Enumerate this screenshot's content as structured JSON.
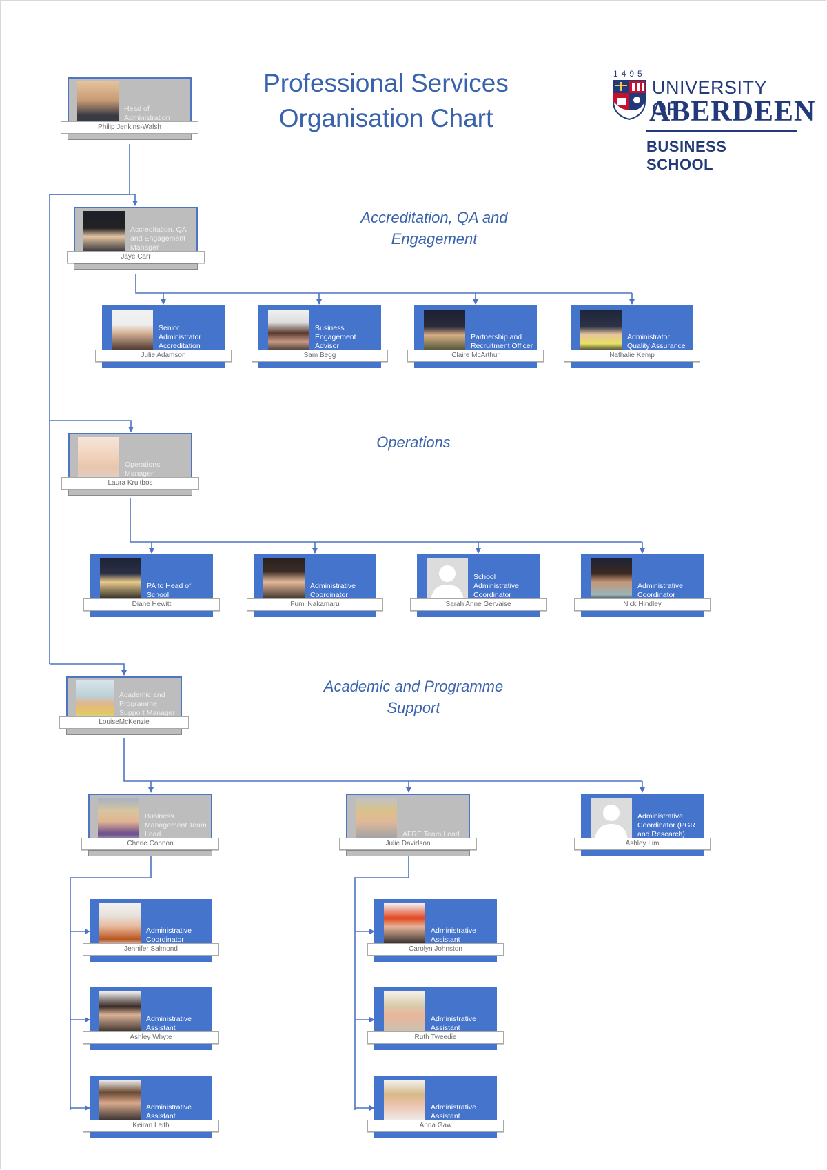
{
  "header": {
    "title_line1": "Professional Services",
    "title_line2": "Organisation Chart"
  },
  "logo": {
    "year": "1495",
    "line1": "UNIVERSITY OF",
    "line2": "ABERDEEN",
    "line3": "BUSINESS SCHOOL"
  },
  "sections": {
    "accreditation": "Accreditation, QA and Engagement",
    "operations": "Operations",
    "academic": "Academic and Programme Support"
  },
  "colors": {
    "accent": "#3a63ad",
    "card_blue": "#4574cc",
    "card_gray": "#bdbdbd",
    "connector": "#4f74c4"
  },
  "people": {
    "head": {
      "role": "Head of\nAdministration",
      "name": "Philip Jenkins-Walsh"
    },
    "aqa_manager": {
      "role": "Accreditation, QA\nand Engagement\nManager",
      "name": "Jaye Carr"
    },
    "julie_adamson": {
      "role": "Senior\nAdministrator\nAccreditation",
      "name": "Julie Adamson"
    },
    "sam_begg": {
      "role": "Business\nEngagement\nAdvisor",
      "name": "Sam Begg"
    },
    "claire_mcarthur": {
      "role": "Partnership and\nRecruitment Officer",
      "name": "Claire McArthur"
    },
    "nathalie_kemp": {
      "role": "Administrator\nQuality Assurance",
      "name": "Nathalie Kemp"
    },
    "ops_manager": {
      "role": "Operations\nManager",
      "name": "Laura Kruitbos"
    },
    "diane_hewitt": {
      "role": "PA to Head of\nSchool",
      "name": "Diane Hewitt"
    },
    "fumi_nakamaru": {
      "role": "Administrative\nCoordinator",
      "name": "Fumi Nakamaru"
    },
    "sarah_gervaise": {
      "role": "School\nAdministrative\nCoordinator",
      "name": "Sarah Anne Gervaise"
    },
    "nick_hindley": {
      "role": "Administrative\nCoordinator",
      "name": "Nick Hindley"
    },
    "aps_manager": {
      "role": "Academic and\nProgramme\nSupport Manager",
      "name": "LouiseMcKenzie"
    },
    "cherie_connon": {
      "role": "Business\nManagement Team\nLead",
      "name": "Cherie Connon"
    },
    "julie_davidson": {
      "role": "AFRE Team Lead",
      "name": "Julie Davidson"
    },
    "ashley_lim": {
      "role": "Administrative\nCoordinator (PGR\nand Research)",
      "name": "Ashley Lim"
    },
    "jennifer_salmond": {
      "role": "Administrative\nCoordinator",
      "name": "Jennifer Salmond"
    },
    "ashley_whyte": {
      "role": "Administrative\nAssistant",
      "name": "Ashley Whyte"
    },
    "keiran_leith": {
      "role": "Administrative\nAssistant",
      "name": "Keiran Leith"
    },
    "carolyn_johnston": {
      "role": "Administrative\nAssistant",
      "name": "Carolyn Johnston"
    },
    "ruth_tweedie": {
      "role": "Administrative\nAssistant",
      "name": "Ruth Tweedie"
    },
    "anna_gaw": {
      "role": "Administrative\nAssistant",
      "name": "Anna Gaw"
    }
  }
}
